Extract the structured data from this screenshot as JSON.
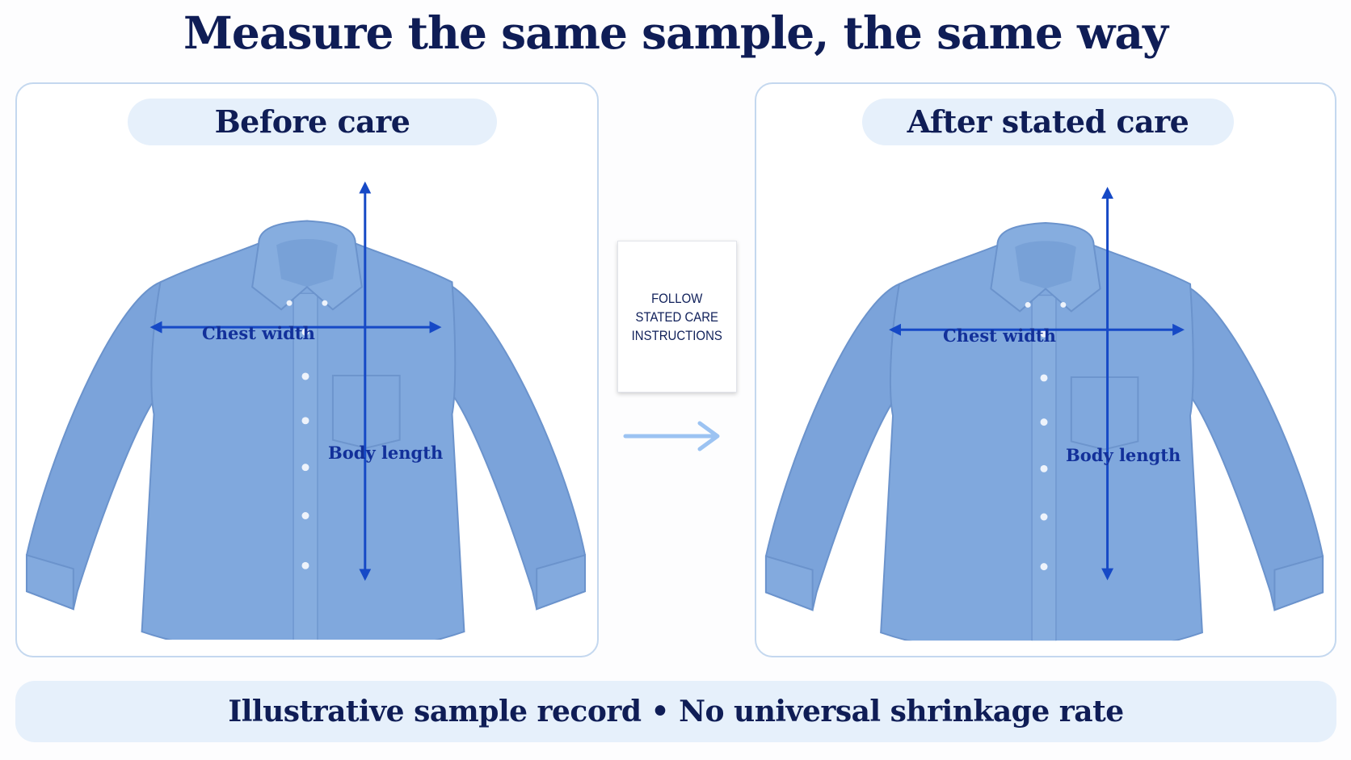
{
  "title": "Measure the same sample, the same way",
  "panels": {
    "before": {
      "label": "Before care",
      "chest_label": "Chest width",
      "length_label": "Body length"
    },
    "after": {
      "label": "After stated care",
      "chest_label": "Chest width",
      "length_label": "Body length"
    }
  },
  "care_tag": {
    "text": "FOLLOW\nSTATED CARE\nINSTRUCTIONS"
  },
  "footer": {
    "text": "Illustrative sample record • No universal shrinkage rate"
  },
  "colors": {
    "title": "#0f1d56",
    "shirt": "#7ea6dc",
    "measure_line": "#1649c6",
    "label_pill": "#e6f0fb",
    "panel_border": "#c4d8ef",
    "flow_arrow": "#9cc3f2"
  },
  "icons": {
    "shirt": "shirt-illustration",
    "measure": "double-arrow-icon",
    "flow": "arrow-right-icon"
  }
}
